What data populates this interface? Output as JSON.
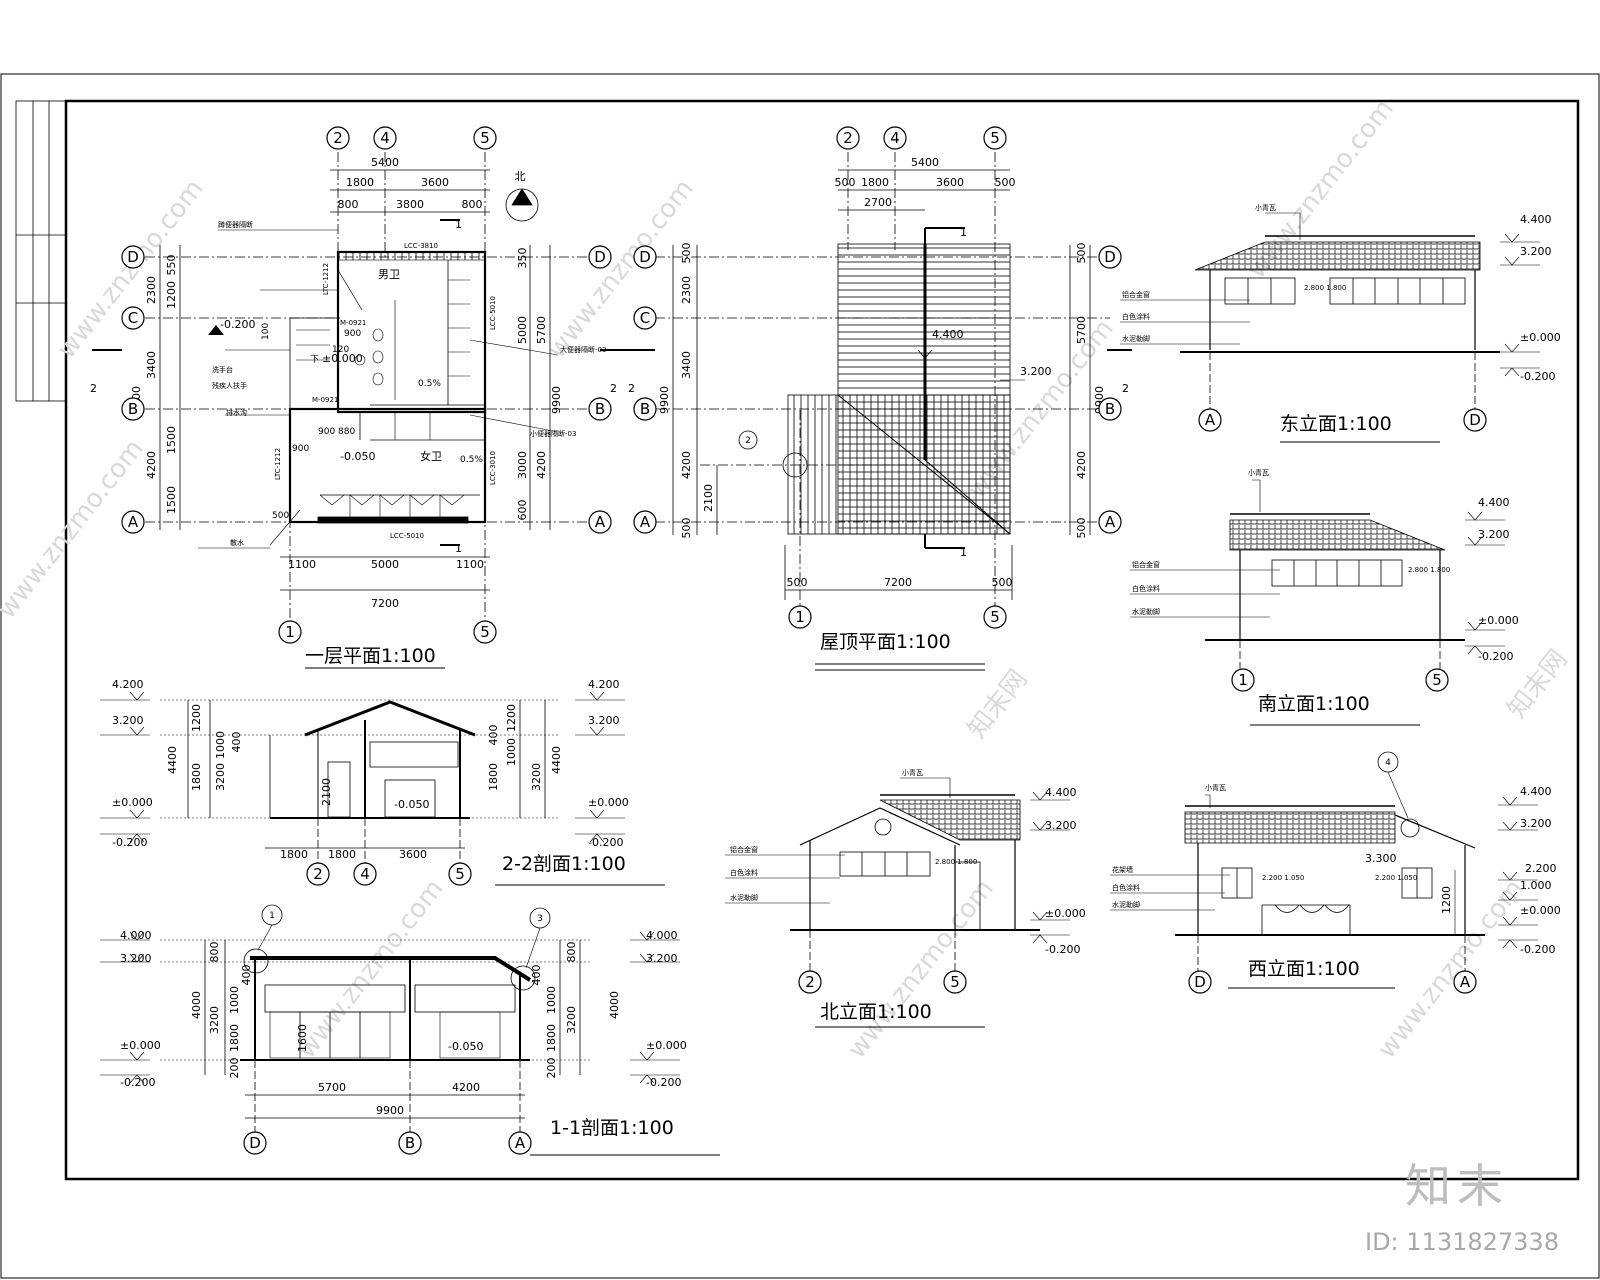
{
  "titles": {
    "plan": "一层平面1:100",
    "roof": "屋顶平面1:100",
    "east": "东立面1:100",
    "south": "南立面1:100",
    "north": "北立面1:100",
    "west": "西立面1:100",
    "sec22": "2-2剖面1:100",
    "sec11": "1-1剖面1:100"
  },
  "axes": {
    "d": "D",
    "c": "C",
    "b": "B",
    "a": "A",
    "n1": "1",
    "n2": "2",
    "n4": "4",
    "n5": "5"
  },
  "plan": {
    "dim_total_top": "5400",
    "dim_1800": "1800",
    "dim_3600": "3600",
    "dim_800a": "800",
    "dim_3800": "3800",
    "dim_800b": "800",
    "dim_2300": "2300",
    "dim_3400": "3400",
    "dim_4200": "4200",
    "dim_9900": "9900",
    "dim_5000": "5000",
    "dim_5700": "5700",
    "dim_3000": "3000",
    "dim_1100a": "1100",
    "dim_5000b": "5000",
    "dim_1100b": "1100",
    "dim_7200": "7200",
    "dim_500": "500",
    "dim_1500a": "1500",
    "dim_1200": "1200",
    "dim_1500b": "1500",
    "dim_350": "350",
    "dim_550": "550",
    "dim_600": "600",
    "lvl_m02": "-0.200",
    "lvl_0": "±0.000",
    "lvl_m005": "-0.050",
    "room_m": "男卫",
    "room_f": "女卫",
    "slope1": "0.5%",
    "slope2": "0.5%",
    "win_lcc3810": "LCC-3810",
    "win_lcc5010": "LCC-5010",
    "win_lcc5010v": "LCC-5010",
    "win_lcc3010v": "LCC-3010",
    "door_m0921": "M-0921",
    "door_m0921b": "M-0921",
    "win_ltc1212": "LTC-1212",
    "win_ltc1212b": "LTC-1212",
    "dim_900a": "900",
    "dim_900_880": "900 880",
    "dim_900b": "900",
    "dim_120": "120",
    "dim_100": "100",
    "label_down": "下",
    "note_a": "蹲便器隔断",
    "note_b": "大便器隔断-03",
    "note_c": "小便器隔断-03",
    "note_d": "洗手台",
    "note_e": "散水",
    "note_f": "残疾人扶手",
    "note_g": "排水沟",
    "sec_mark": "1",
    "sec_mark2": "2",
    "north": "北"
  },
  "roof": {
    "dim_5400": "5400",
    "dim_500a": "500",
    "dim_1800": "1800",
    "dim_3600": "3600",
    "dim_500b": "500",
    "dim_2700": "2700",
    "dim_2300": "2300",
    "dim_3400": "3400",
    "dim_4200": "4200",
    "dim_2100": "2100",
    "dim_9900": "9900",
    "dim_5700": "5700",
    "dim_4200r": "4200",
    "dim_500c": "500",
    "dim_500d": "500",
    "dim_7200": "7200",
    "dim_500e": "500",
    "dim_500f": "500",
    "lvl_44": "4.400",
    "lvl_32": "3.200",
    "sec_mark": "1",
    "sec_mark2": "2",
    "detail": "2"
  },
  "east": {
    "lvl_44": "4.400",
    "lvl_32": "3.200",
    "lvl_0": "±0.000",
    "lvl_m02": "-0.200",
    "note_roof": "小青瓦",
    "note_win": "铝合金窗",
    "note_wall": "白色涂料",
    "note_base": "水泥勒脚",
    "win_dim": "2.800 1.800"
  },
  "south": {
    "lvl_44": "4.400",
    "lvl_32": "3.200",
    "lvl_0": "±0.000",
    "lvl_m02": "-0.200",
    "note_roof": "小青瓦",
    "note_win": "铝合金窗",
    "note_wall": "白色涂料",
    "note_base": "水泥勒脚",
    "win_dim": "2.800 1.800"
  },
  "north": {
    "lvl_44": "4.400",
    "lvl_32": "3.200",
    "lvl_0": "±0.000",
    "lvl_m02": "-0.200",
    "note_roof": "小青瓦",
    "note_win": "铝合金窗",
    "note_wall": "白色涂料",
    "note_base": "水泥勒脚",
    "win_dim": "2.800 1.800"
  },
  "west": {
    "lvl_44": "4.400",
    "lvl_32": "3.200",
    "lvl_22": "2.200",
    "lvl_10": "1.000",
    "lvl_0": "±0.000",
    "lvl_m02": "-0.200",
    "lvl_33": "3.300",
    "dim_1200": "1200",
    "note_roof": "小青瓦",
    "note_wall": "花架墙",
    "note_color": "白色涂料",
    "note_base": "水泥勒脚",
    "win_dim": "2.200 1.050",
    "detail": "4"
  },
  "sec22": {
    "lvl_42": "4.200",
    "lvl_32": "3.200",
    "lvl_0": "±0.000",
    "lvl_m02": "-0.200",
    "lvl_m005": "-0.050",
    "dim_1200": "1200",
    "dim_4400": "4400",
    "dim_3200": "3200",
    "dim_1800": "1800",
    "dim_1000": "1000",
    "dim_400": "400",
    "dim_2100": "2100",
    "dim_b1800a": "1800",
    "dim_b1800b": "1800",
    "dim_b3600": "3600"
  },
  "sec11": {
    "lvl_40": "4.000",
    "lvl_32": "3.200",
    "lvl_0": "±0.000",
    "lvl_m02": "-0.200",
    "lvl_m005": "-0.050",
    "dim_800": "800",
    "dim_4000": "4000",
    "dim_3200": "3200",
    "dim_1800": "1800",
    "dim_1000": "1000",
    "dim_400": "400",
    "dim_200": "200",
    "dim_1600": "1600",
    "dim_5700": "5700",
    "dim_4200": "4200",
    "dim_9900": "9900",
    "detail1": "1",
    "detail3": "3"
  },
  "watermark": {
    "site": "www.znzmo.com",
    "brand_cn": "知末网",
    "brand": "知末",
    "id": "ID: 1131827338"
  }
}
